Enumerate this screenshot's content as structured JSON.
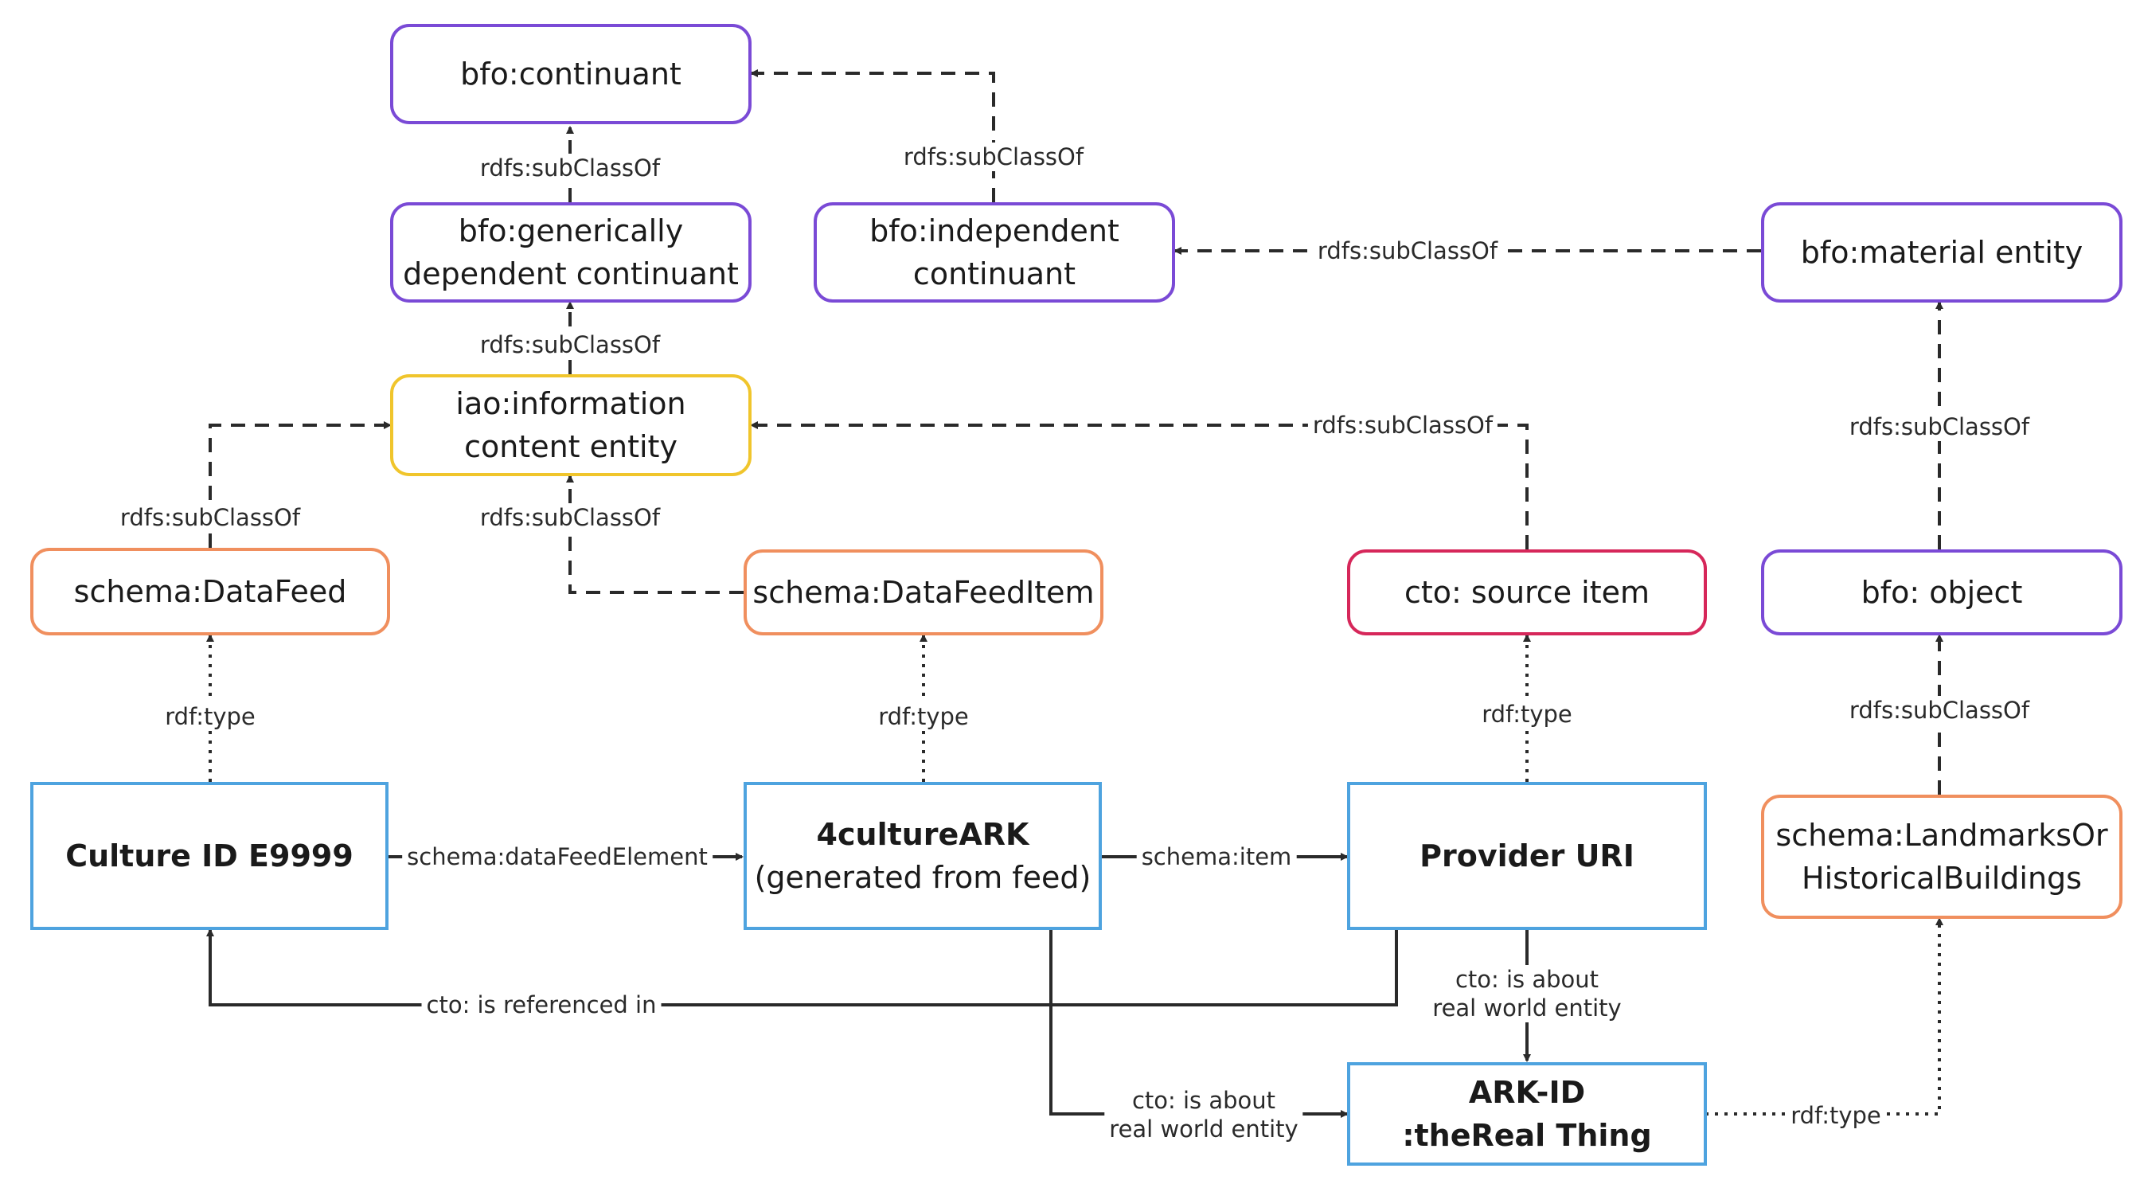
{
  "nodes": {
    "continuant": "bfo:continuant",
    "gdc": "bfo:generically\ndependent continuant",
    "independent": "bfo:independent\ncontinuant",
    "material": "bfo:material entity",
    "ice": "iao:information\ncontent entity",
    "datafeed": "schema:DataFeed",
    "datafeeditem": "schema:DataFeedItem",
    "sourceitem": "cto: source item",
    "object": "bfo: object",
    "cultureid": "Culture ID E9999",
    "ark_title": "4cultureARK",
    "ark_sub": "(generated from feed)",
    "provider": "Provider URI",
    "landmarks": "schema:LandmarksOr\nHistoricalBuildings",
    "arkid": "ARK-ID\n:theReal Thing"
  },
  "edges": {
    "gdc_continuant": "rdfs:subClassOf",
    "independent_continuant": "rdfs:subClassOf",
    "material_independent": "rdfs:subClassOf",
    "ice_gdc": "rdfs:subClassOf",
    "datafeed_ice": "rdfs:subClassOf",
    "datafeeditem_ice": "rdfs:subClassOf",
    "sourceitem_ice": "rdfs:subClassOf",
    "object_material": "rdfs:subClassOf",
    "landmarks_object": "rdfs:subClassOf",
    "culture_type": "rdf:type",
    "ark_type": "rdf:type",
    "provider_type": "rdf:type",
    "arkid_type": "rdf:type",
    "datafeed_element": "schema:dataFeedElement",
    "item": "schema:item",
    "referenced_in": "cto: is referenced in",
    "provider_about": "cto: is about\nreal world entity",
    "ark_about": "cto: is about\nreal world entity"
  },
  "colors": {
    "bfo": "#7a4ad6",
    "iao": "#f0c52c",
    "schema": "#f08f5e",
    "cto": "#d6275a",
    "instance": "#4ea3df",
    "line": "#2a2a2a"
  }
}
